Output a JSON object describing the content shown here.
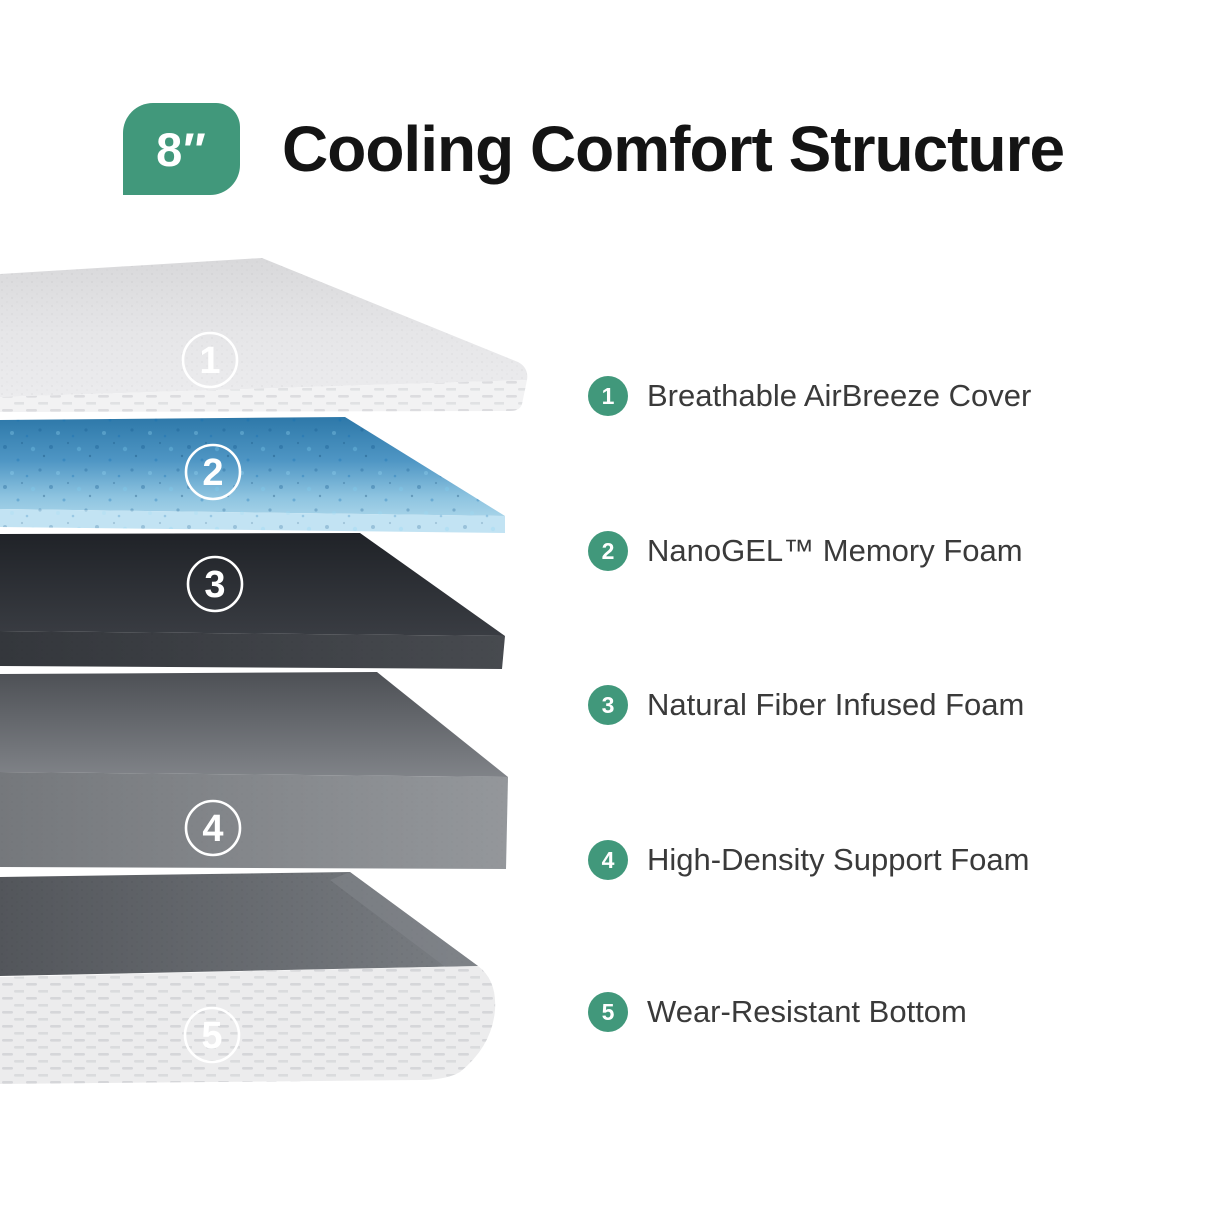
{
  "accent_color": "#41987B",
  "background_color": "#FFFFFF",
  "title_color": "#141414",
  "text_color": "#3A3A3A",
  "header": {
    "thickness_badge": "8″",
    "title": "Cooling Comfort Structure"
  },
  "layers": [
    {
      "num": "1",
      "label": "Breathable AirBreeze Cover",
      "swatch": "#EDEDEE"
    },
    {
      "num": "2",
      "label": "NanoGEL™ Memory Foam",
      "swatch": "#4E97C6"
    },
    {
      "num": "3",
      "label": "Natural Fiber Infused Foam",
      "swatch": "#2E3237"
    },
    {
      "num": "4",
      "label": "High-Density Support Foam",
      "swatch": "#85888D"
    },
    {
      "num": "5",
      "label": "Wear-Resistant Bottom",
      "swatch": "#5B5E63"
    }
  ]
}
